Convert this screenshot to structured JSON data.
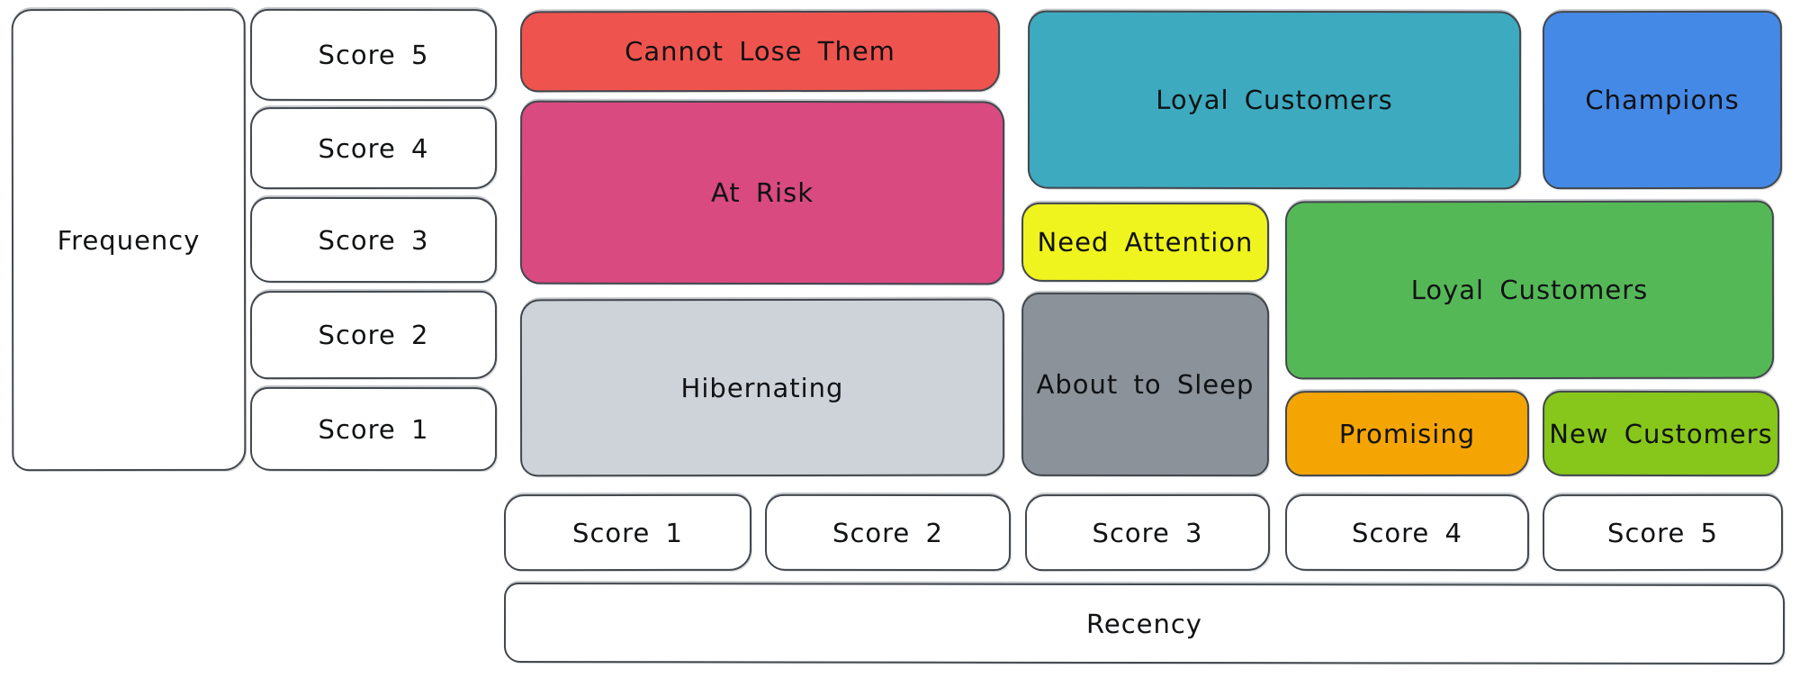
{
  "diagram": {
    "type": "rfm-segment-map",
    "background": "#ffffff",
    "outline_color": "#42474d",
    "text_color": "#101214"
  },
  "axes": {
    "frequency_label": "Frequency",
    "recency_label": "Recency",
    "frequency_scores": [
      "Score 5",
      "Score 4",
      "Score 3",
      "Score 2",
      "Score 1"
    ],
    "recency_scores": [
      "Score 1",
      "Score 2",
      "Score 3",
      "Score 4",
      "Score 5"
    ]
  },
  "segments": [
    {
      "label": "Cannot Lose Them",
      "color": "#ef534e",
      "frequency": [
        5,
        5
      ],
      "recency": [
        1,
        2
      ]
    },
    {
      "label": "At Risk",
      "color": "#d94a80",
      "frequency": [
        3,
        4
      ],
      "recency": [
        1,
        2
      ]
    },
    {
      "label": "Hibernating",
      "color": "#ced3da",
      "frequency": [
        1,
        2
      ],
      "recency": [
        1,
        2
      ]
    },
    {
      "label": "Loyal Customers",
      "color": "#3daabf",
      "frequency": [
        4,
        5
      ],
      "recency": [
        3,
        4
      ]
    },
    {
      "label": "Champions",
      "color": "#4589e6",
      "frequency": [
        4,
        5
      ],
      "recency": [
        5,
        5
      ]
    },
    {
      "label": "Need Attention",
      "color": "#eff31e",
      "frequency": [
        3,
        3
      ],
      "recency": [
        3,
        3
      ]
    },
    {
      "label": "Loyal Customers",
      "color": "#55b857",
      "frequency": [
        2,
        3
      ],
      "recency": [
        4,
        5
      ]
    },
    {
      "label": "About to Sleep",
      "color": "#8b9299",
      "frequency": [
        1,
        2
      ],
      "recency": [
        3,
        3
      ]
    },
    {
      "label": "Promising",
      "color": "#f4a504",
      "frequency": [
        1,
        1
      ],
      "recency": [
        4,
        4
      ]
    },
    {
      "label": "New Customers",
      "color": "#87c61a",
      "frequency": [
        1,
        1
      ],
      "recency": [
        5,
        5
      ]
    }
  ]
}
